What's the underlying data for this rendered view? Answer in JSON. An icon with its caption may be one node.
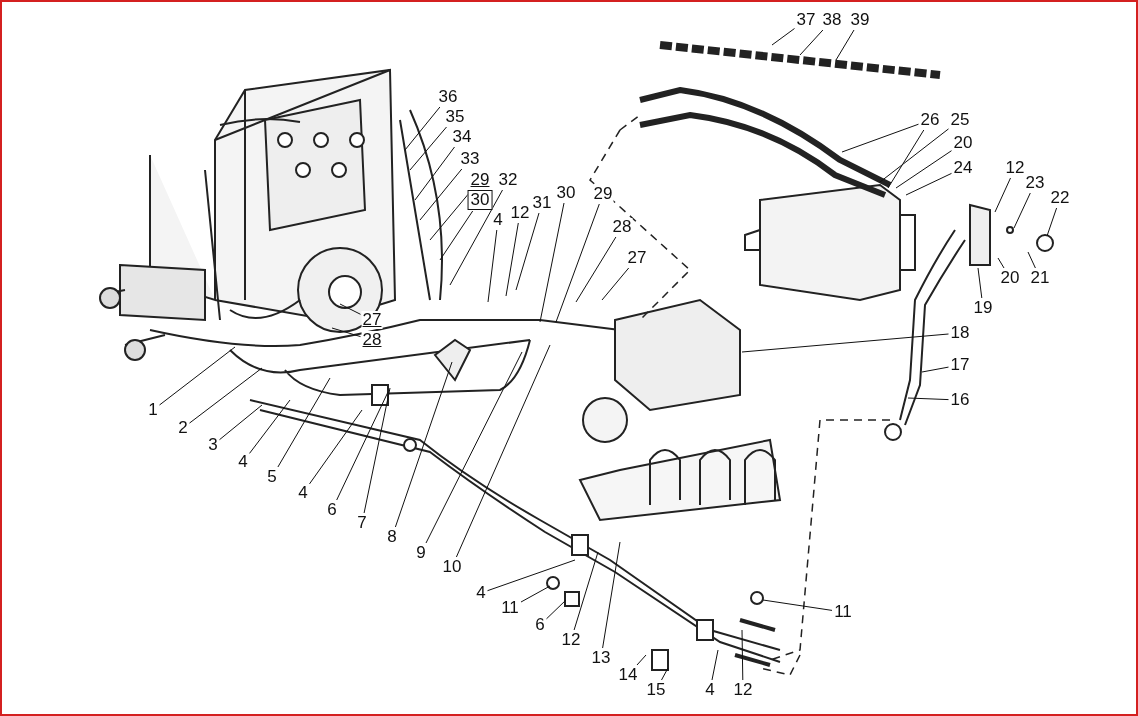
{
  "diagram": {
    "nodes": [
      {
        "text": [
          "37"
        ]
      },
      {
        "text": [
          "38"
        ]
      },
      {
        "text": [
          "39"
        ]
      },
      {
        "text": [
          "36"
        ]
      },
      {
        "text": [
          "35"
        ]
      },
      {
        "text": [
          "34"
        ]
      },
      {
        "text": [
          "33"
        ]
      },
      {
        "text": [
          "29"
        ]
      },
      {
        "text": [
          "30"
        ]
      },
      {
        "text": [
          "32"
        ]
      },
      {
        "text": [
          "4"
        ]
      },
      {
        "text": [
          "12"
        ]
      },
      {
        "text": [
          "31"
        ]
      },
      {
        "text": [
          "30"
        ]
      },
      {
        "text": [
          "29"
        ]
      },
      {
        "text": [
          "28"
        ]
      },
      {
        "text": [
          "27"
        ]
      },
      {
        "text": [
          "26"
        ]
      },
      {
        "text": [
          "25"
        ]
      },
      {
        "text": [
          "20"
        ]
      },
      {
        "text": [
          "24"
        ]
      },
      {
        "text": [
          "12"
        ]
      },
      {
        "text": [
          "23"
        ]
      },
      {
        "text": [
          "22"
        ]
      },
      {
        "text": [
          "20"
        ]
      },
      {
        "text": [
          "21"
        ]
      },
      {
        "text": [
          "19"
        ]
      },
      {
        "text": [
          "27"
        ]
      },
      {
        "text": [
          "28"
        ]
      },
      {
        "text": [
          "18"
        ]
      },
      {
        "text": [
          "17"
        ]
      },
      {
        "text": [
          "16"
        ]
      },
      {
        "text": [
          "1"
        ]
      },
      {
        "text": [
          "2"
        ]
      },
      {
        "text": [
          "3"
        ]
      },
      {
        "text": [
          "4"
        ]
      },
      {
        "text": [
          "5"
        ]
      },
      {
        "text": [
          "4"
        ]
      },
      {
        "text": [
          "6"
        ]
      },
      {
        "text": [
          "7"
        ]
      },
      {
        "text": [
          "8"
        ]
      },
      {
        "text": [
          "9"
        ]
      },
      {
        "text": [
          "10"
        ]
      },
      {
        "text": [
          "4"
        ]
      },
      {
        "text": [
          "11"
        ]
      },
      {
        "text": [
          "6"
        ]
      },
      {
        "text": [
          "12"
        ]
      },
      {
        "text": [
          "13"
        ]
      },
      {
        "text": [
          "11"
        ]
      },
      {
        "text": [
          "14"
        ]
      },
      {
        "text": [
          "15"
        ]
      },
      {
        "text": [
          "4"
        ]
      },
      {
        "text": [
          "12"
        ]
      }
    ],
    "edges": [
      {
        "from": 0,
        "to": null,
        "arrow": "none"
      },
      {
        "from": 1,
        "to": null,
        "arrow": "none"
      },
      {
        "from": 2,
        "to": null,
        "arrow": "none"
      },
      {
        "from": 3,
        "to": null,
        "arrow": "none"
      },
      {
        "from": 4,
        "to": null,
        "arrow": "none"
      },
      {
        "from": 5,
        "to": null,
        "arrow": "none"
      },
      {
        "from": 6,
        "to": null,
        "arrow": "none"
      },
      {
        "from": 7,
        "to": null,
        "arrow": "none"
      },
      {
        "from": 8,
        "to": null,
        "arrow": "none"
      },
      {
        "from": 9,
        "to": null,
        "arrow": "none"
      },
      {
        "from": 10,
        "to": null,
        "arrow": "none"
      },
      {
        "from": 11,
        "to": null,
        "arrow": "none"
      },
      {
        "from": 12,
        "to": null,
        "arrow": "none"
      },
      {
        "from": 13,
        "to": null,
        "arrow": "none"
      },
      {
        "from": 14,
        "to": null,
        "arrow": "none"
      },
      {
        "from": 15,
        "to": null,
        "arrow": "none"
      },
      {
        "from": 16,
        "to": null,
        "arrow": "none"
      },
      {
        "from": 17,
        "to": null,
        "arrow": "none"
      },
      {
        "from": 18,
        "to": null,
        "arrow": "none"
      },
      {
        "from": 19,
        "to": null,
        "arrow": "none"
      },
      {
        "from": 20,
        "to": null,
        "arrow": "none"
      },
      {
        "from": 21,
        "to": null,
        "arrow": "none"
      },
      {
        "from": 22,
        "to": null,
        "arrow": "none"
      },
      {
        "from": 23,
        "to": null,
        "arrow": "none"
      },
      {
        "from": 24,
        "to": null,
        "arrow": "none"
      },
      {
        "from": 25,
        "to": null,
        "arrow": "none"
      },
      {
        "from": 26,
        "to": null,
        "arrow": "none"
      },
      {
        "from": 27,
        "to": null,
        "arrow": "none"
      },
      {
        "from": 28,
        "to": null,
        "arrow": "none"
      },
      {
        "from": 29,
        "to": null,
        "arrow": "none"
      },
      {
        "from": 30,
        "to": null,
        "arrow": "none"
      },
      {
        "from": 31,
        "to": null,
        "arrow": "none"
      },
      {
        "from": 32,
        "to": null,
        "arrow": "none"
      },
      {
        "from": 33,
        "to": null,
        "arrow": "none"
      },
      {
        "from": 34,
        "to": null,
        "arrow": "none"
      },
      {
        "from": 35,
        "to": null,
        "arrow": "none"
      },
      {
        "from": 36,
        "to": null,
        "arrow": "none"
      },
      {
        "from": 37,
        "to": null,
        "arrow": "none"
      },
      {
        "from": 38,
        "to": null,
        "arrow": "none"
      },
      {
        "from": 39,
        "to": null,
        "arrow": "none"
      },
      {
        "from": 40,
        "to": null,
        "arrow": "none"
      },
      {
        "from": 41,
        "to": null,
        "arrow": "none"
      },
      {
        "from": 42,
        "to": null,
        "arrow": "none"
      },
      {
        "from": 43,
        "to": null,
        "arrow": "none"
      },
      {
        "from": 44,
        "to": null,
        "arrow": "none"
      },
      {
        "from": 45,
        "to": null,
        "arrow": "none"
      },
      {
        "from": 46,
        "to": null,
        "arrow": "none"
      },
      {
        "from": 47,
        "to": null,
        "arrow": "none"
      },
      {
        "from": 48,
        "to": null,
        "arrow": "none"
      },
      {
        "from": 49,
        "to": null,
        "arrow": "none"
      },
      {
        "from": 50,
        "to": null,
        "arrow": "none"
      },
      {
        "from": 51,
        "to": null,
        "arrow": "none"
      },
      {
        "from": 52,
        "to": null,
        "arrow": "none"
      },
      {
        "from": 17,
        "to": null,
        "arrow": "none"
      }
    ]
  }
}
